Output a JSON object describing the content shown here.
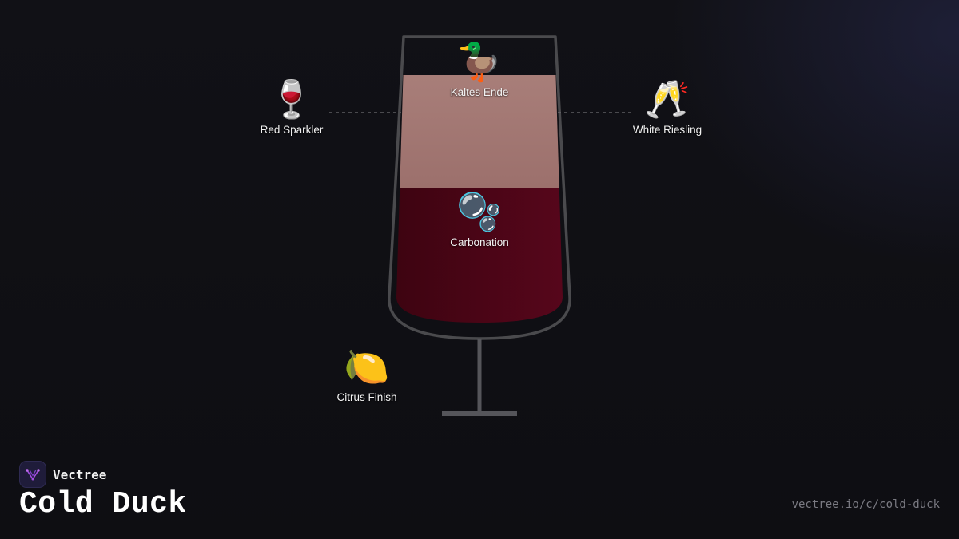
{
  "drink": {
    "title": "Cold Duck"
  },
  "brand": {
    "name": "Vectree",
    "url": "vectree.io/c/cold-duck",
    "accent": "#a24de0"
  },
  "colors": {
    "background": "#111116",
    "glass_outline": "#4a4a4d",
    "top_layer": "#a47a76",
    "bottom_layer": "#6a0a1e"
  },
  "ingredients": [
    {
      "id": "kaltes-ende",
      "icon": "duck-icon",
      "emoji": "🦆",
      "label": "Kaltes Ende"
    },
    {
      "id": "red-sparkler",
      "icon": "wine-glass-icon",
      "emoji": "🍷",
      "label": "Red Sparkler"
    },
    {
      "id": "white-riesling",
      "icon": "clinking-glasses-icon",
      "emoji": "🥂",
      "label": "White Riesling"
    },
    {
      "id": "carbonation",
      "icon": "bubbles-icon",
      "emoji": "🫧",
      "label": "Carbonation"
    },
    {
      "id": "citrus-finish",
      "icon": "lemon-icon",
      "emoji": "🍋",
      "label": "Citrus Finish"
    }
  ]
}
